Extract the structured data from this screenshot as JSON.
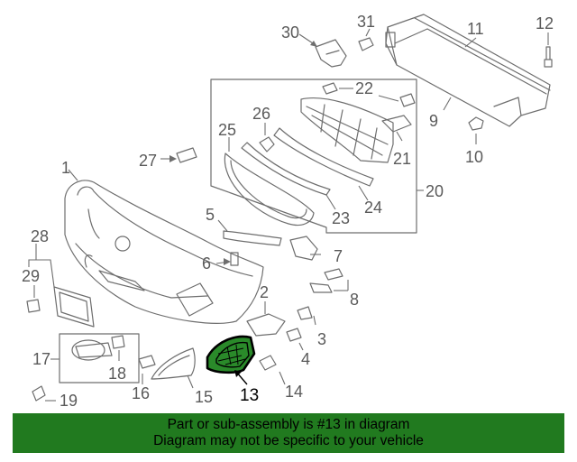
{
  "highlight_color": "#217a1f",
  "banner": {
    "line1": "Part or sub-assembly is #13 in diagram",
    "line2": "Diagram may not be specific to your vehicle"
  },
  "highlighted_part": "13",
  "callouts": [
    {
      "id": "c1",
      "label": "1"
    },
    {
      "id": "c2",
      "label": "2"
    },
    {
      "id": "c3",
      "label": "3"
    },
    {
      "id": "c4",
      "label": "4"
    },
    {
      "id": "c5",
      "label": "5"
    },
    {
      "id": "c6",
      "label": "6"
    },
    {
      "id": "c7",
      "label": "7"
    },
    {
      "id": "c8",
      "label": "8"
    },
    {
      "id": "c9",
      "label": "9"
    },
    {
      "id": "c10",
      "label": "10"
    },
    {
      "id": "c11",
      "label": "11"
    },
    {
      "id": "c12",
      "label": "12"
    },
    {
      "id": "c13",
      "label": "13"
    },
    {
      "id": "c14",
      "label": "14"
    },
    {
      "id": "c15",
      "label": "15"
    },
    {
      "id": "c16",
      "label": "16"
    },
    {
      "id": "c17",
      "label": "17"
    },
    {
      "id": "c18",
      "label": "18"
    },
    {
      "id": "c19",
      "label": "19"
    },
    {
      "id": "c20",
      "label": "20"
    },
    {
      "id": "c21",
      "label": "21"
    },
    {
      "id": "c22",
      "label": "22"
    },
    {
      "id": "c23",
      "label": "23"
    },
    {
      "id": "c24",
      "label": "24"
    },
    {
      "id": "c25",
      "label": "25"
    },
    {
      "id": "c26",
      "label": "26"
    },
    {
      "id": "c27",
      "label": "27"
    },
    {
      "id": "c28",
      "label": "28"
    },
    {
      "id": "c29",
      "label": "29"
    },
    {
      "id": "c30",
      "label": "30"
    },
    {
      "id": "c31",
      "label": "31"
    }
  ]
}
